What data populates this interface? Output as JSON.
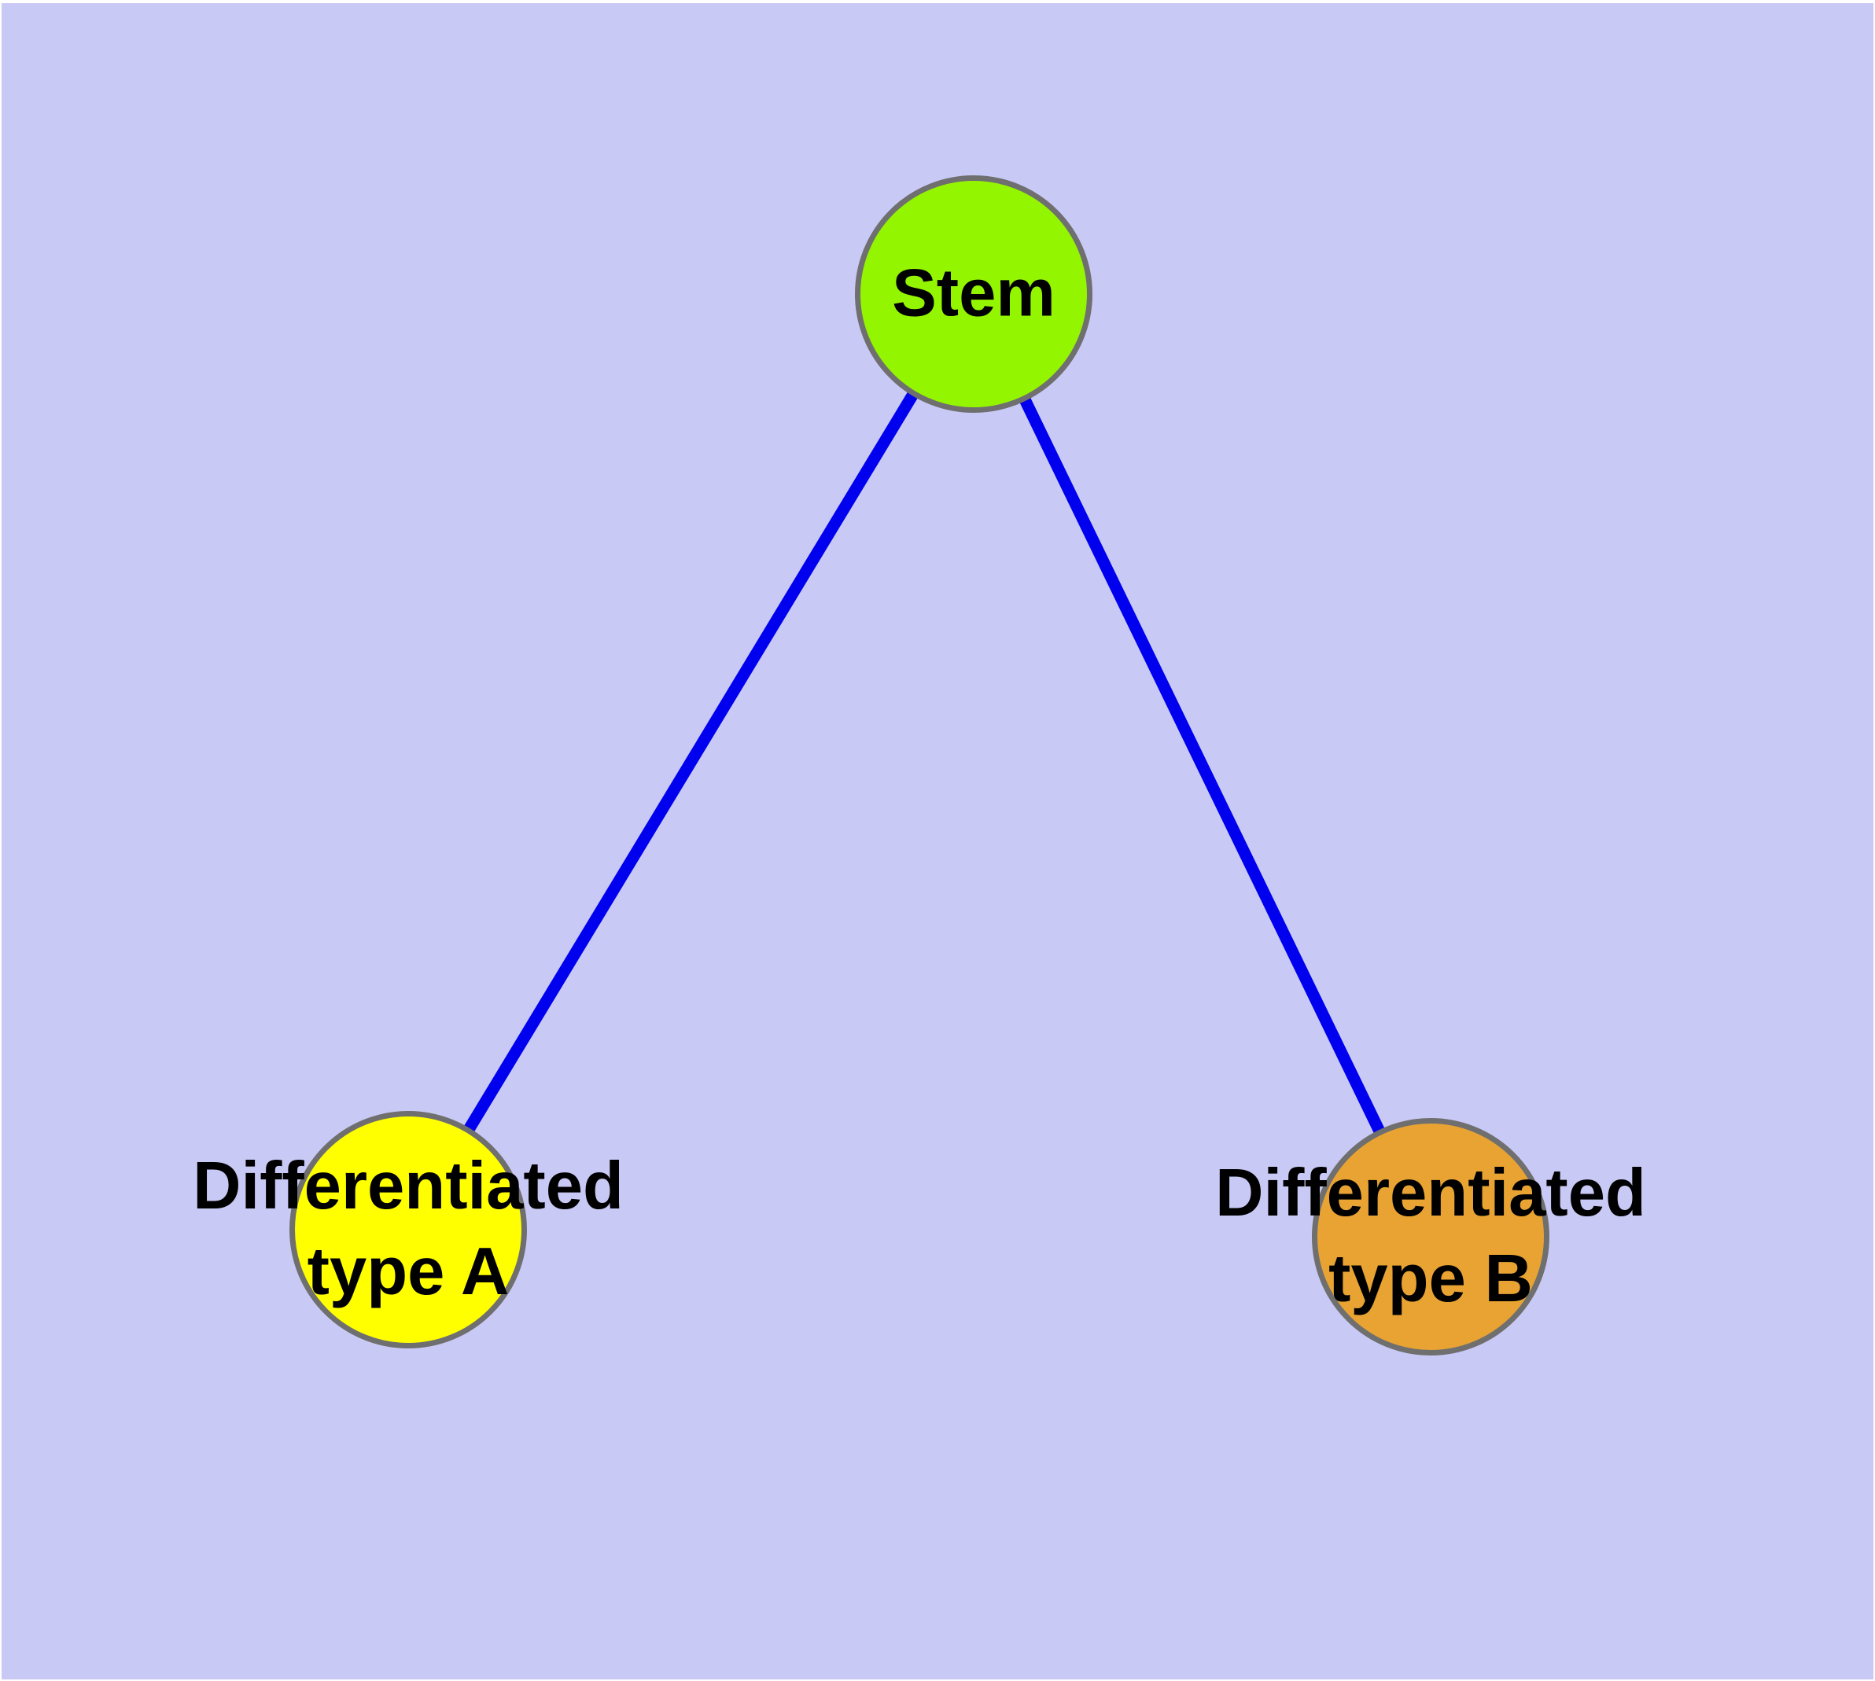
{
  "diagram": {
    "type": "node-link-graph",
    "canvas_background": "#c9c9f6",
    "frame_color": "#ffffff",
    "node_border_color": "#6f6f6f",
    "edge_color": "#0000ee",
    "label_color": "#000000",
    "nodes": [
      {
        "id": "stem",
        "label": "Stem",
        "fill": "#94f500"
      },
      {
        "id": "type-a",
        "label": "Differentiated\ntype A",
        "fill": "#ffff00"
      },
      {
        "id": "type-b",
        "label": "Differentiated\ntype B",
        "fill": "#e8a333"
      }
    ],
    "edges": [
      {
        "from": "stem",
        "to": "type-a"
      },
      {
        "from": "stem",
        "to": "type-b"
      }
    ]
  }
}
